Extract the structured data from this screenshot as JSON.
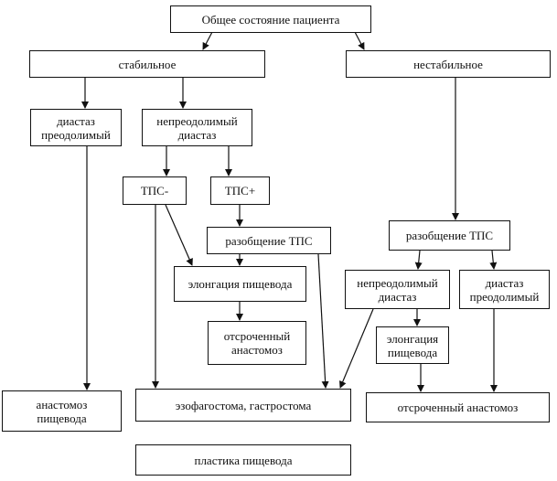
{
  "diagram": {
    "nodes": {
      "patient_state": "Общее состояние пациента",
      "stable": "стабильное",
      "unstable": "нестабильное",
      "gap_surmountable_left": "диастаз\nпреодолимый",
      "gap_insurmountable_left": "непреодолимый\nдиастаз",
      "tps_minus": "ТПС-",
      "tps_plus": "ТПС+",
      "separation_tps_left": "разобщение ТПС",
      "elongation_left": "элонгация пищевода",
      "delayed_anastomosis_left": "отсроченный\nанастомоз",
      "anastomosis_esophagus": "анастомоз\nпищевода",
      "esophagostomy": "эзофагостома, гастростома",
      "esophagoplasty": "пластика пищевода",
      "separation_tps_right": "разобщение ТПС",
      "gap_insurmountable_right": "непреодолимый\nдиастаз",
      "gap_surmountable_right": "диастаз\nпреодолимый",
      "elongation_right": "элонгация\nпищевода",
      "delayed_anastomosis_right": "отсроченный анастомоз"
    }
  }
}
